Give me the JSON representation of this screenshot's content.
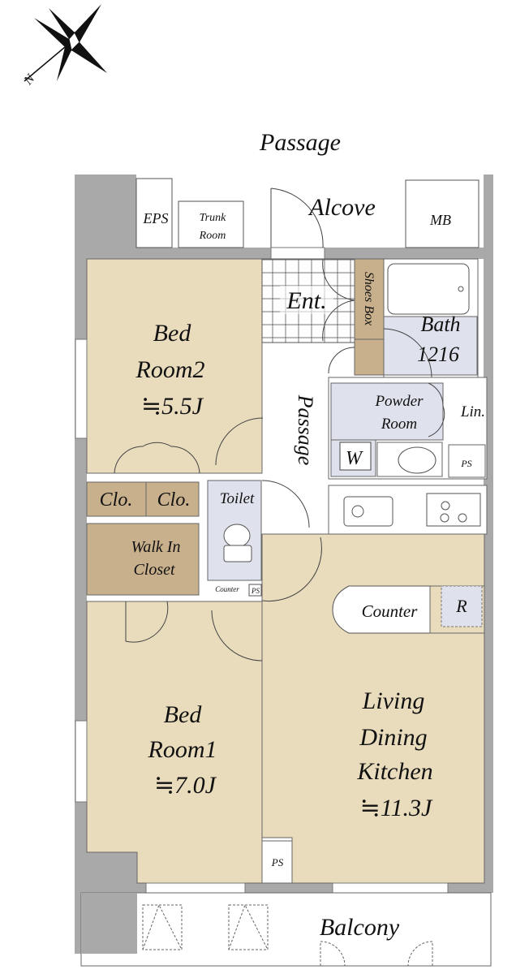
{
  "compass": {
    "north_label": "N"
  },
  "labels": {
    "passage_outside": "Passage",
    "alcove": "Alcove",
    "eps": "EPS",
    "trunk_room_1": "Trunk",
    "trunk_room_2": "Room",
    "mb": "MB",
    "entrance": "Ent.",
    "shoes_box": "Shoes Box",
    "bath_1": "Bath",
    "bath_2": "1216",
    "bedroom2_1": "Bed",
    "bedroom2_2": "Room2",
    "bedroom2_size": "≒5.5J",
    "passage_inner": "Passage",
    "powder_1": "Powder",
    "powder_2": "Room",
    "linen": "Lin.",
    "washer": "W",
    "ps_powder": "PS",
    "closet_a": "Clo.",
    "closet_b": "Clo.",
    "toilet": "Toilet",
    "walkin_1": "Walk In",
    "walkin_2": "Closet",
    "toilet_counter": "Counter",
    "ps_toilet": "PS",
    "counter": "Counter",
    "fridge": "R",
    "bedroom1_1": "Bed",
    "bedroom1_2": "Room1",
    "bedroom1_size": "≒7.0J",
    "ldk_1": "Living",
    "ldk_2": "Dining",
    "ldk_3": "Kitchen",
    "ldk_size": "≒11.3J",
    "ps_ldk": "PS",
    "balcony": "Balcony"
  },
  "colors": {
    "room_beige": "#e9dcbd",
    "closet_tan": "#c8b08c",
    "wet_blue": "#dfe2ec",
    "wall_gray": "#a9a9a9"
  }
}
